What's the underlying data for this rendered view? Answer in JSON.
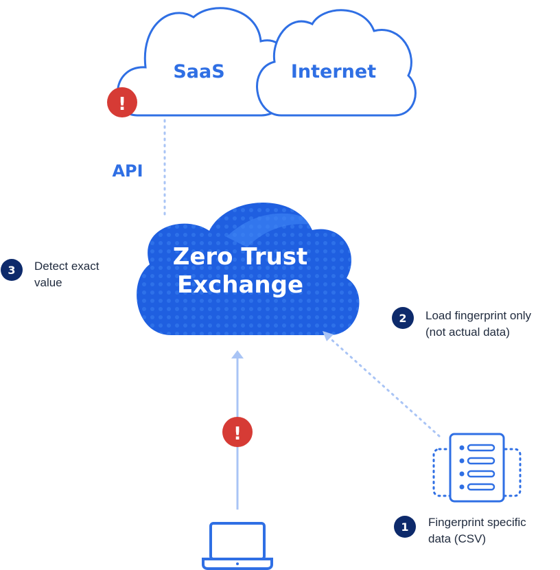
{
  "clouds": {
    "saas": "SaaS",
    "internet": "Internet"
  },
  "api_label": "API",
  "zero_trust": {
    "line1": "Zero Trust",
    "line2": "Exchange"
  },
  "steps": [
    {
      "number": "1",
      "line1": "Fingerprint specific",
      "line2": "data (CSV)"
    },
    {
      "number": "2",
      "line1": "Load fingerprint only",
      "line2": "(not actual data)"
    },
    {
      "number": "3",
      "line1": "Detect exact",
      "line2": "value"
    }
  ],
  "alert_symbol": "!",
  "icons": {
    "alert": "alert-icon",
    "laptop": "laptop-icon",
    "document": "document-list-icon"
  },
  "colors": {
    "brand_blue": "#2f6fe4",
    "cloud_fill": "#1f5fe0",
    "navy": "#0d2a6b",
    "alert_red": "#d63b35",
    "light_blue": "#a9c4f5"
  }
}
